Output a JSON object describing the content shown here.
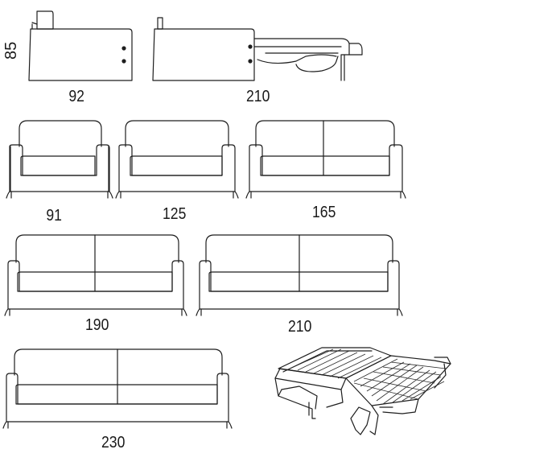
{
  "dimensions": {
    "side_height": "85",
    "side_depth": "92",
    "side_open_depth": "210",
    "width_91": "91",
    "width_125": "125",
    "width_165": "165",
    "width_190": "190",
    "width_210": "210",
    "width_230": "230"
  },
  "colors": {
    "line": "#1e1e1e",
    "background": "#ffffff"
  }
}
